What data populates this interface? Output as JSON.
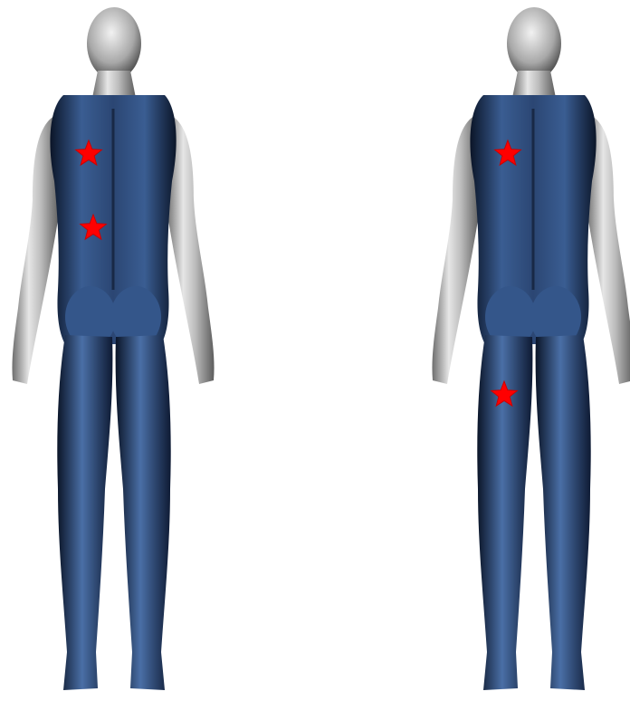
{
  "figures": [
    {
      "id": "left",
      "view": "posterior",
      "markers": [
        {
          "region": "upper-left-back"
        },
        {
          "region": "mid-left-back"
        }
      ]
    },
    {
      "id": "right",
      "view": "posterior",
      "markers": [
        {
          "region": "upper-left-back"
        },
        {
          "region": "left-hamstring"
        }
      ]
    }
  ],
  "colors": {
    "suit": "#2f4f7f",
    "suit_dark": "#0d1a30",
    "suit_highlight": "#5a7fb5",
    "skin": "#d9d9d9",
    "skin_shadow": "#8c8c8c",
    "marker": "#ff0000",
    "background": "#ffffff"
  }
}
